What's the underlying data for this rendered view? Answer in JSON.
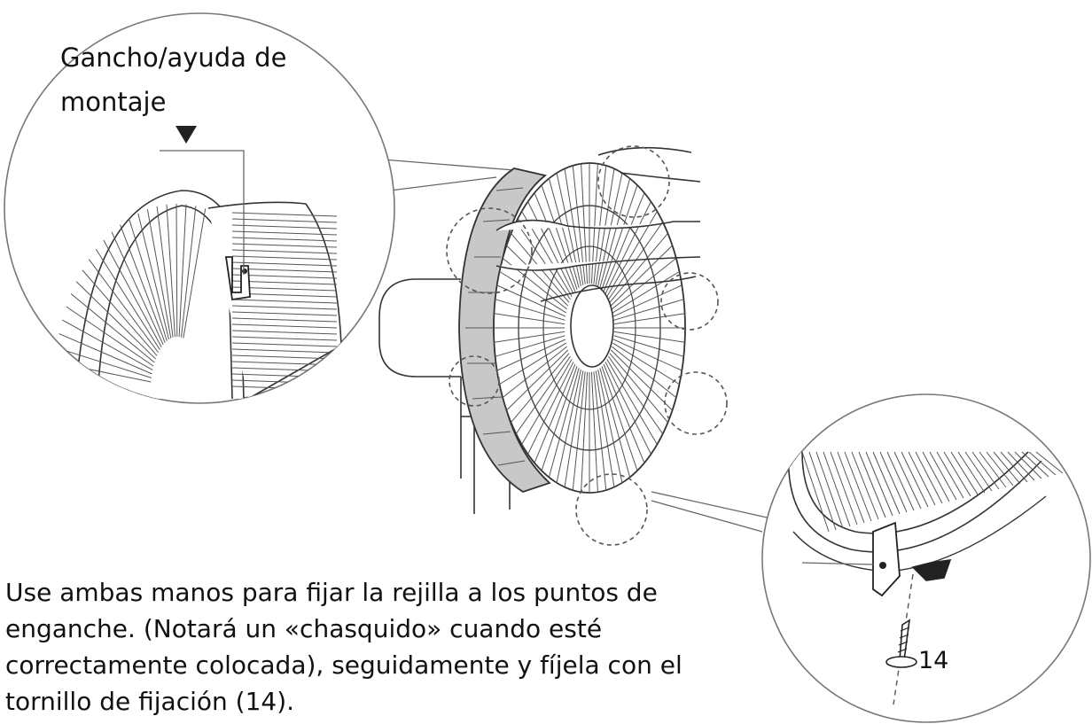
{
  "callouts": {
    "hook_label": "Gancho/ayuda de montaje",
    "screw_number": "14"
  },
  "instructions": {
    "text": "Use ambas manos para fijar la rejilla a los puntos de enganche. (Notará un «chasquido» cuando esté correctamente colocada), seguidamente y fíjela con el tornillo de fijación (14)."
  }
}
